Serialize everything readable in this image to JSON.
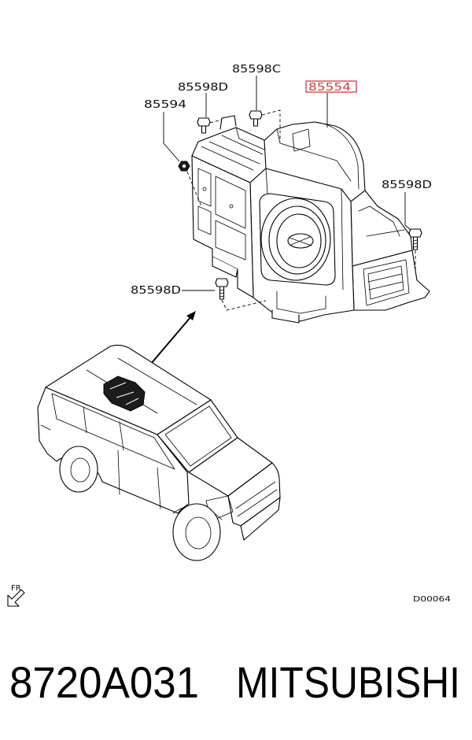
{
  "diagram": {
    "callouts": [
      {
        "part_no": "85598C"
      },
      {
        "part_no": "85598D"
      },
      {
        "part_no": "85554",
        "highlighted": true
      },
      {
        "part_no": "85594"
      },
      {
        "part_no": "85598D"
      },
      {
        "part_no": "85598D"
      }
    ],
    "direction_label": "FR",
    "diagram_code": "D00064"
  },
  "footer": {
    "part_number": "8720A031",
    "brand": "MITSUBISHI"
  },
  "colors": {
    "background": "#ffffff",
    "line": "#000000",
    "highlight": "#d8383a"
  },
  "icons": {
    "direction_arrow": "front-direction-arrow-icon",
    "location_arrow": "location-arrow-icon"
  }
}
